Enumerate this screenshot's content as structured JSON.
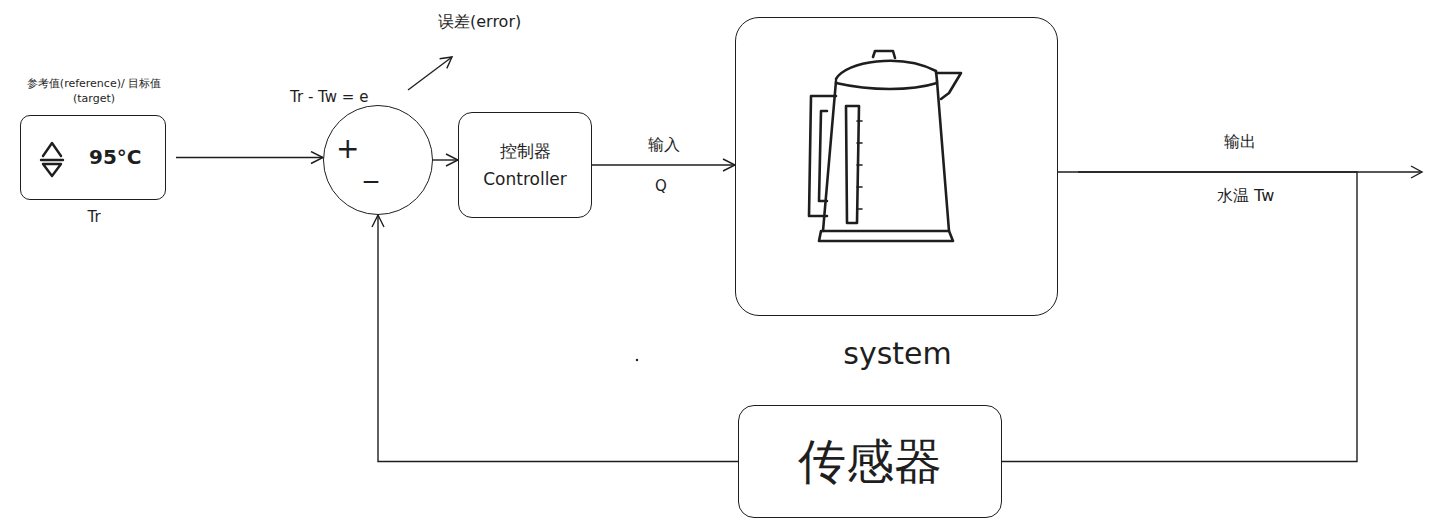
{
  "diagram": {
    "nodes": [
      {
        "text": [
          "参考值(reference)/ 目标值(target)",
          "95°C",
          "Tr"
        ]
      },
      {
        "text": [
          "+",
          "_"
        ]
      },
      {
        "text": [
          "控制器 Controller"
        ]
      },
      {
        "text": [
          "system"
        ]
      },
      {
        "text": [
          "传感器"
        ]
      }
    ],
    "edges": [
      {
        "from": 0,
        "to": 1,
        "arrow": "to"
      },
      {
        "from": 1,
        "to": 2,
        "arrow": "to"
      },
      {
        "from": 2,
        "to": 3,
        "label": "输入",
        "arrow": "to"
      },
      {
        "from": 3,
        "to": 4,
        "arrow": "none"
      },
      {
        "from": 4,
        "to": 1,
        "arrow": "to"
      }
    ],
    "labels": [
      "误差(error)",
      "Tr - Tw = e",
      "Q",
      "输出",
      "水温 Tw"
    ]
  }
}
